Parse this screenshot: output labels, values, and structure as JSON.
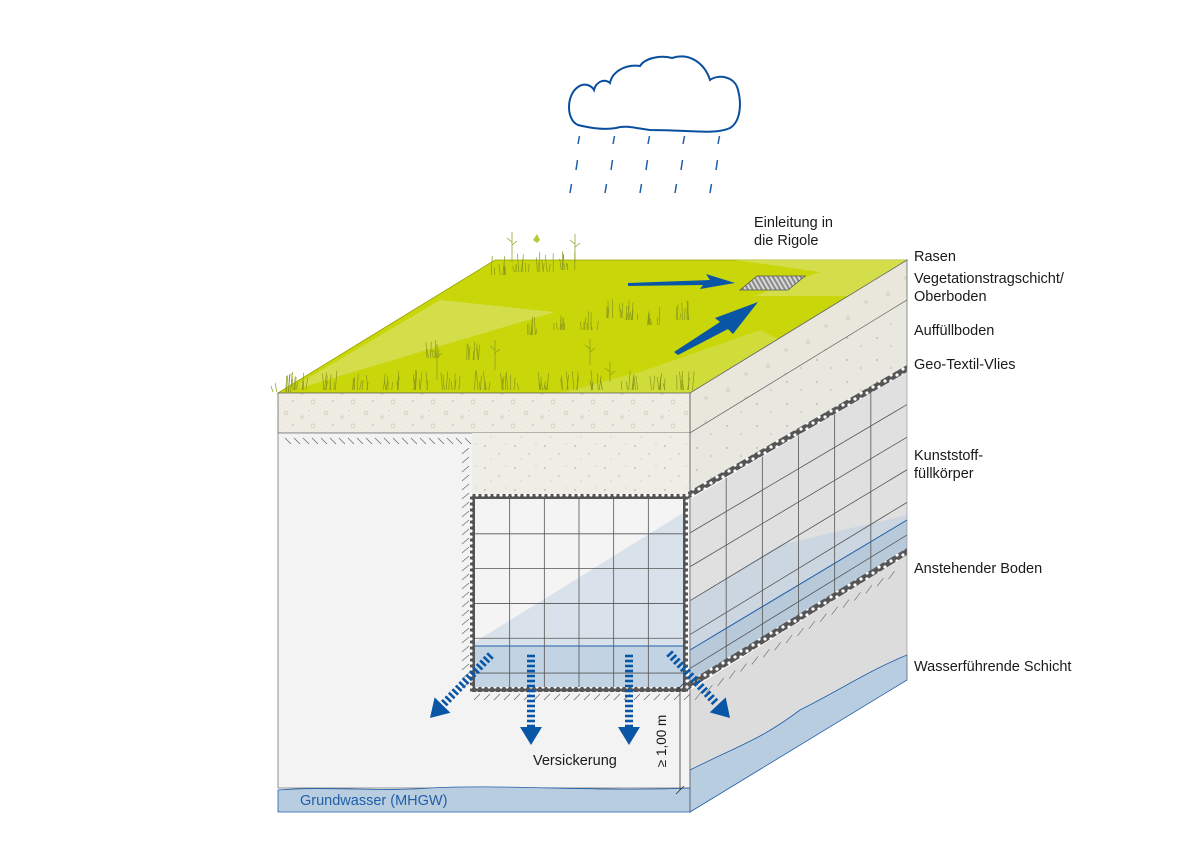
{
  "diagram": {
    "title": "Rigolenversickerung – Querschnitt",
    "colors": {
      "grass": "#c8d60a",
      "grass_light": "#d6e05a",
      "topsoil": "#efede3",
      "fill_soil": "#eeeee6",
      "native_soil": "#f3f3f3",
      "side_soil": "#dcdcdc",
      "water_blue": "#1f5fa8",
      "groundwater": "#b9cde0",
      "arrow_blue": "#0a56a6",
      "cloud_stroke": "#0a4f9e"
    },
    "labels": {
      "inlet": [
        "Einleitung in",
        "die Rigole"
      ],
      "lawn": "Rasen",
      "topsoil": [
        "Vegetationstragschicht/",
        "Oberboden"
      ],
      "backfill": "Auffüllboden",
      "geotextile": "Geo-Textil-Vlies",
      "plastic_fill": [
        "Kunststoff-",
        "füllkörper"
      ],
      "native_soil": "Anstehender Boden",
      "aquifer": "Wasserführende Schicht",
      "infiltration": "Versickerung",
      "distance": "≥ 1,00 m",
      "groundwater": "Grundwasser (MHGW)"
    },
    "icons": [
      "rain-cloud-icon",
      "drain-grate-icon",
      "flow-arrow-icon",
      "infiltration-arrow-icon",
      "butterfly-icon"
    ]
  }
}
